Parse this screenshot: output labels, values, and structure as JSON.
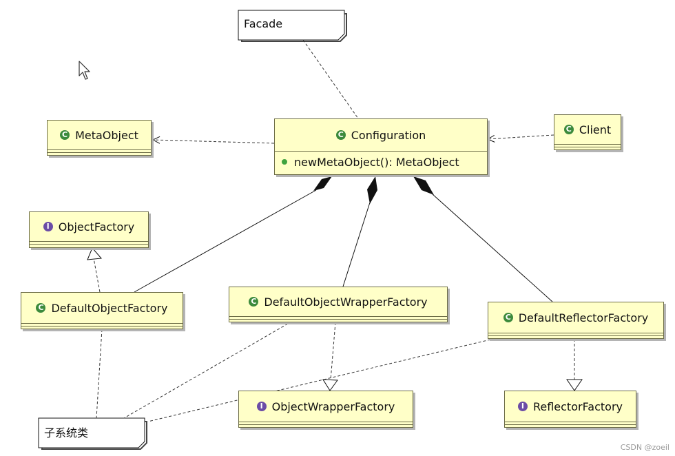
{
  "diagram": {
    "notes": {
      "facade": "Facade",
      "subsystem": "子系统类"
    },
    "classes": {
      "meta_object": {
        "name": "MetaObject",
        "kind": "C"
      },
      "configuration": {
        "name": "Configuration",
        "kind": "C",
        "methods": [
          "newMetaObject(): MetaObject"
        ]
      },
      "client": {
        "name": "Client",
        "kind": "C"
      },
      "object_factory": {
        "name": "ObjectFactory",
        "kind": "I"
      },
      "default_object_factory": {
        "name": "DefaultObjectFactory",
        "kind": "C"
      },
      "default_object_wrapper_factory": {
        "name": "DefaultObjectWrapperFactory",
        "kind": "C"
      },
      "default_reflector_factory": {
        "name": "DefaultReflectorFactory",
        "kind": "C"
      },
      "object_wrapper_factory": {
        "name": "ObjectWrapperFactory",
        "kind": "I"
      },
      "reflector_factory": {
        "name": "ReflectorFactory",
        "kind": "I"
      }
    },
    "colors": {
      "class_fill": "#ffffc8",
      "class_border": "#6b6b45",
      "class_badge": "#3c8a3c",
      "interface_badge": "#6b4ca6",
      "method_dot": "#3fa33f"
    },
    "icons": {
      "cursor": "mouse-pointer-icon"
    },
    "watermark": "CSDN @zoeil"
  }
}
